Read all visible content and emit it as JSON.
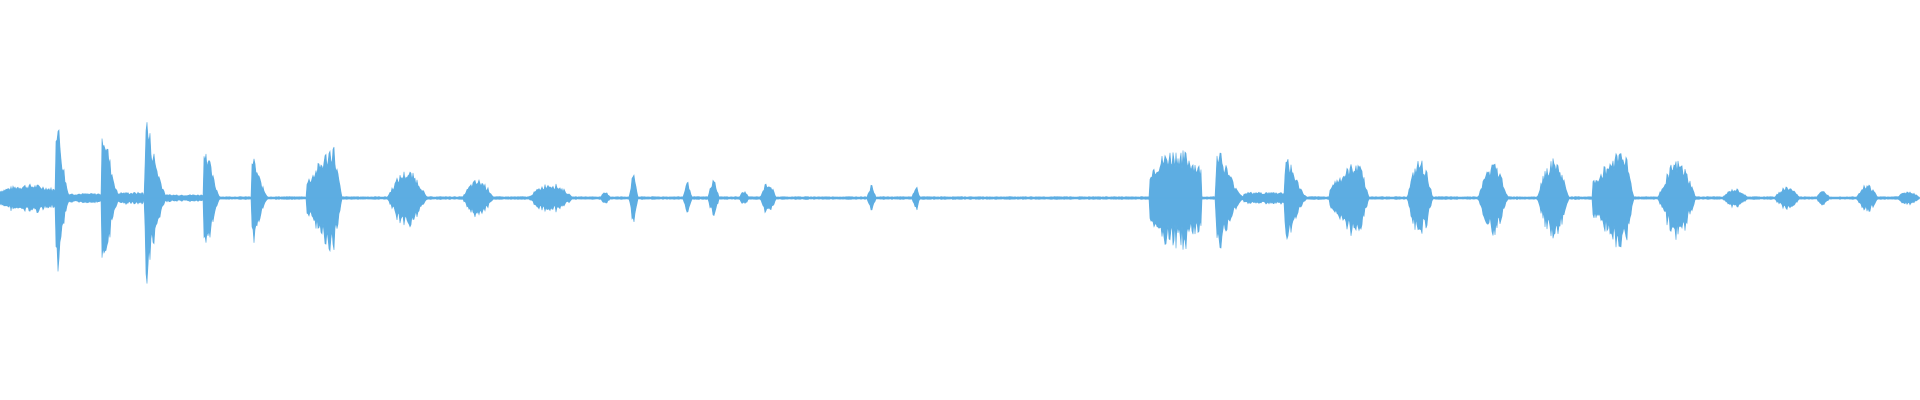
{
  "waveform": {
    "color": "#5dade2",
    "background": "#ffffff",
    "duration_fraction_bursts": [
      {
        "start": 0.0,
        "end": 0.03,
        "amp": 0.12,
        "shape": "noise"
      },
      {
        "start": 0.029,
        "end": 0.036,
        "amp": 0.95,
        "shape": "spike"
      },
      {
        "start": 0.036,
        "end": 0.053,
        "amp": 0.04,
        "shape": "flat"
      },
      {
        "start": 0.053,
        "end": 0.062,
        "amp": 0.84,
        "shape": "spike"
      },
      {
        "start": 0.062,
        "end": 0.075,
        "amp": 0.05,
        "shape": "flat"
      },
      {
        "start": 0.075,
        "end": 0.087,
        "amp": 0.86,
        "shape": "spike"
      },
      {
        "start": 0.087,
        "end": 0.106,
        "amp": 0.03,
        "shape": "flat"
      },
      {
        "start": 0.106,
        "end": 0.115,
        "amp": 0.62,
        "shape": "spike"
      },
      {
        "start": 0.131,
        "end": 0.14,
        "amp": 0.46,
        "shape": "spike"
      },
      {
        "start": 0.16,
        "end": 0.178,
        "amp": 0.5,
        "shape": "ramp"
      },
      {
        "start": 0.202,
        "end": 0.222,
        "amp": 0.24,
        "shape": "hump"
      },
      {
        "start": 0.241,
        "end": 0.257,
        "amp": 0.16,
        "shape": "hump"
      },
      {
        "start": 0.275,
        "end": 0.298,
        "amp": 0.13,
        "shape": "hump"
      },
      {
        "start": 0.313,
        "end": 0.318,
        "amp": 0.05,
        "shape": "blip"
      },
      {
        "start": 0.328,
        "end": 0.332,
        "amp": 0.2,
        "shape": "blip"
      },
      {
        "start": 0.356,
        "end": 0.36,
        "amp": 0.14,
        "shape": "blip"
      },
      {
        "start": 0.369,
        "end": 0.374,
        "amp": 0.16,
        "shape": "blip"
      },
      {
        "start": 0.385,
        "end": 0.39,
        "amp": 0.06,
        "shape": "blip"
      },
      {
        "start": 0.396,
        "end": 0.404,
        "amp": 0.14,
        "shape": "blip"
      },
      {
        "start": 0.452,
        "end": 0.456,
        "amp": 0.11,
        "shape": "blip"
      },
      {
        "start": 0.475,
        "end": 0.479,
        "amp": 0.1,
        "shape": "blip"
      },
      {
        "start": 0.599,
        "end": 0.626,
        "amp": 0.42,
        "shape": "noise"
      },
      {
        "start": 0.633,
        "end": 0.648,
        "amp": 0.55,
        "shape": "spike"
      },
      {
        "start": 0.648,
        "end": 0.67,
        "amp": 0.05,
        "shape": "flat"
      },
      {
        "start": 0.669,
        "end": 0.681,
        "amp": 0.48,
        "shape": "spike"
      },
      {
        "start": 0.693,
        "end": 0.713,
        "amp": 0.36,
        "shape": "ramp"
      },
      {
        "start": 0.733,
        "end": 0.746,
        "amp": 0.33,
        "shape": "hump"
      },
      {
        "start": 0.77,
        "end": 0.785,
        "amp": 0.3,
        "shape": "hump"
      },
      {
        "start": 0.801,
        "end": 0.817,
        "amp": 0.34,
        "shape": "hump"
      },
      {
        "start": 0.83,
        "end": 0.851,
        "amp": 0.49,
        "shape": "ramp"
      },
      {
        "start": 0.864,
        "end": 0.883,
        "amp": 0.32,
        "shape": "hump"
      },
      {
        "start": 0.897,
        "end": 0.91,
        "amp": 0.08,
        "shape": "hump"
      },
      {
        "start": 0.924,
        "end": 0.937,
        "amp": 0.1,
        "shape": "hump"
      },
      {
        "start": 0.946,
        "end": 0.953,
        "amp": 0.06,
        "shape": "blip"
      },
      {
        "start": 0.967,
        "end": 0.978,
        "amp": 0.12,
        "shape": "hump"
      },
      {
        "start": 0.988,
        "end": 1.0,
        "amp": 0.06,
        "shape": "hump"
      }
    ],
    "baseline_amp": 0.012
  }
}
